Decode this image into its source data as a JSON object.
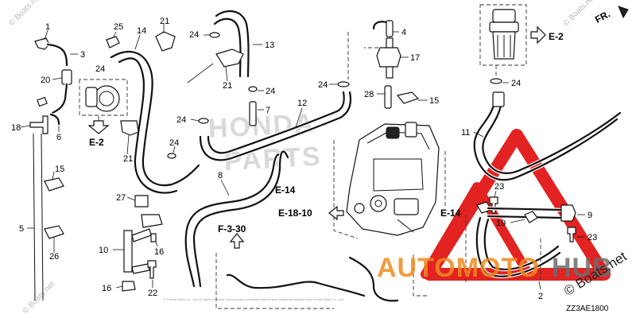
{
  "colors": {
    "watermark_red": "#e32222",
    "automoto_orange": "#ee8a1f",
    "hub_gray": "#6d6d6d",
    "ink": "#111111"
  },
  "watermark": {
    "source": "© Boats.net",
    "brand_top": "HONDA",
    "brand_bottom": "PARTS",
    "automoto": "AUTOMOTO",
    "hub": "HUB",
    "boats": "© Boats.net"
  },
  "diagram": {
    "code": "ZZ3AE1800",
    "direction": "FR.",
    "copyright": "© Honda Motor Co., Ltd. All rights reserved. Reproduction prohibited without prior written permission from Honda Motor Co., Ltd.",
    "refs": {
      "e2_left": "E-2",
      "e2_right": "E-2",
      "e14_mid": "E-14",
      "e14_right": "E-14",
      "e18": "E-18-10",
      "f3": "F-3-30"
    },
    "labels": {
      "p1": "1",
      "p2": "2",
      "p3": "3",
      "p4": "4",
      "p5": "5",
      "p6": "6",
      "p7": "7",
      "p8": "8",
      "p9": "9",
      "p10": "10",
      "p11": "11",
      "p12": "12",
      "p13": "13",
      "p14": "14",
      "p15a": "15",
      "p15b": "15",
      "p16a": "16",
      "p16b": "16",
      "p17": "17",
      "p18": "18",
      "p19": "19",
      "p20": "20",
      "p21a": "21",
      "p21b": "21",
      "p21c": "21",
      "p22": "22",
      "p23a": "23",
      "p23b": "23",
      "p24a": "24",
      "p24b": "24",
      "p24c": "24",
      "p24d": "24",
      "p24e": "24",
      "p24f": "24",
      "p24g": "24",
      "p25": "25",
      "p26": "26",
      "p27": "27",
      "p28": "28"
    }
  }
}
